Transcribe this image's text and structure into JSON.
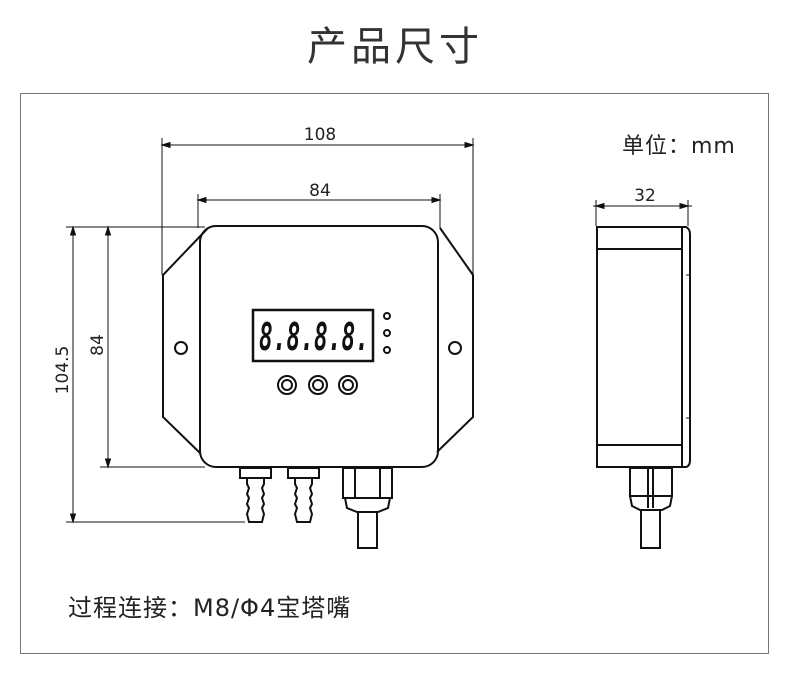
{
  "title": "产品尺寸",
  "unit_label": "单位：mm",
  "connection_label": "过程连接：M8/Φ4宝塔嘴",
  "dimensions": {
    "overall_width": "108",
    "body_width": "84",
    "overall_height": "104.5",
    "body_height": "84",
    "depth": "32"
  },
  "display_digits": "8.8.8.8."
}
